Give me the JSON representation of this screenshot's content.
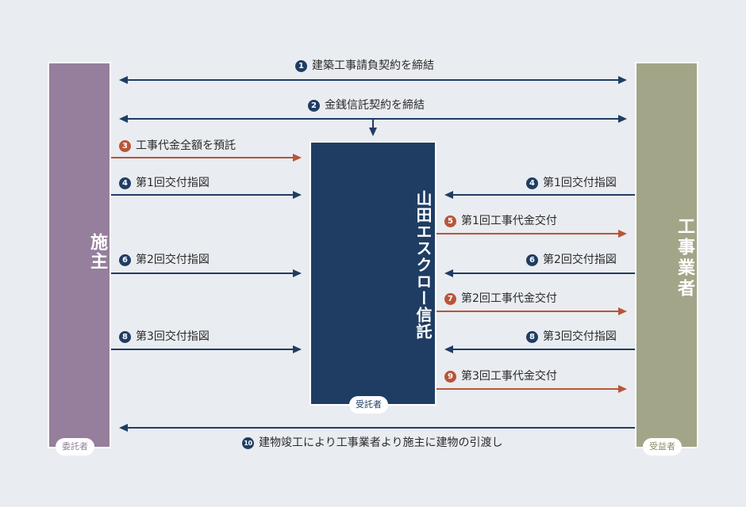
{
  "parties": {
    "client": {
      "name": "施主",
      "role": "委託者"
    },
    "contractor": {
      "name": "工事業者",
      "role": "受益者"
    },
    "trust": {
      "name": "山田エスクロー信託",
      "role": "受託者"
    }
  },
  "colors": {
    "blue": "#1f3d63",
    "red": "#b8553a",
    "client": "#957f9c",
    "contractor": "#a3a588"
  },
  "flows": [
    {
      "num": "1",
      "color": "blue",
      "label": "建築工事請負契約を締結"
    },
    {
      "num": "2",
      "color": "blue",
      "label": "金銭信託契約を締結"
    },
    {
      "num": "3",
      "color": "red",
      "label": "工事代金全額を預託"
    },
    {
      "num": "4",
      "color": "blue",
      "label": "第1回交付指図"
    },
    {
      "num": "4",
      "color": "blue",
      "label": "第1回交付指図"
    },
    {
      "num": "5",
      "color": "red",
      "label": "第1回工事代金交付"
    },
    {
      "num": "6",
      "color": "blue",
      "label": "第2回交付指図"
    },
    {
      "num": "6",
      "color": "blue",
      "label": "第2回交付指図"
    },
    {
      "num": "7",
      "color": "red",
      "label": "第2回工事代金交付"
    },
    {
      "num": "8",
      "color": "blue",
      "label": "第3回交付指図"
    },
    {
      "num": "8",
      "color": "blue",
      "label": "第3回交付指図"
    },
    {
      "num": "9",
      "color": "red",
      "label": "第3回工事代金交付"
    },
    {
      "num": "10",
      "color": "blue",
      "label": "建物竣工により工事業者より施主に建物の引渡し"
    }
  ]
}
